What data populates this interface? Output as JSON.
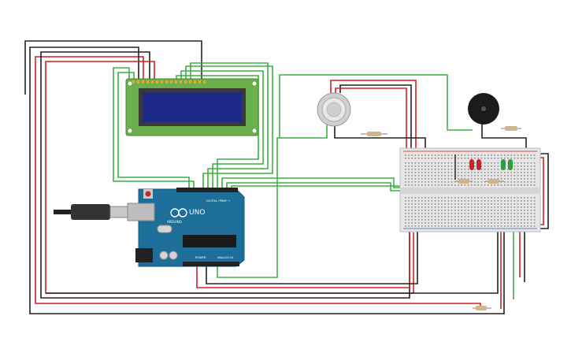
{
  "circuit": {
    "board_logo": "UNO",
    "board_brand": "ARDUINO",
    "digital_header_label": "DIGITAL (PWM~)",
    "power_header_label": "POWER",
    "analog_header_label": "ANALOG IN"
  },
  "colors": {
    "wire_red": "#d61f1f",
    "wire_black": "#222222",
    "wire_green": "#3cb043",
    "board_blue": "#1e6e9a",
    "lcd_pcb": "#6ab04c",
    "lcd_screen": "#1d2a8a",
    "breadboard": "#e6e6e6",
    "led_red": "#c0282b",
    "led_green": "#2f9e3d",
    "buzzer": "#1b1b1b"
  },
  "icons": {
    "usb": "usb-cable-icon",
    "buzzer": "piezo-buzzer-icon",
    "sensor": "gas-sensor-icon"
  }
}
